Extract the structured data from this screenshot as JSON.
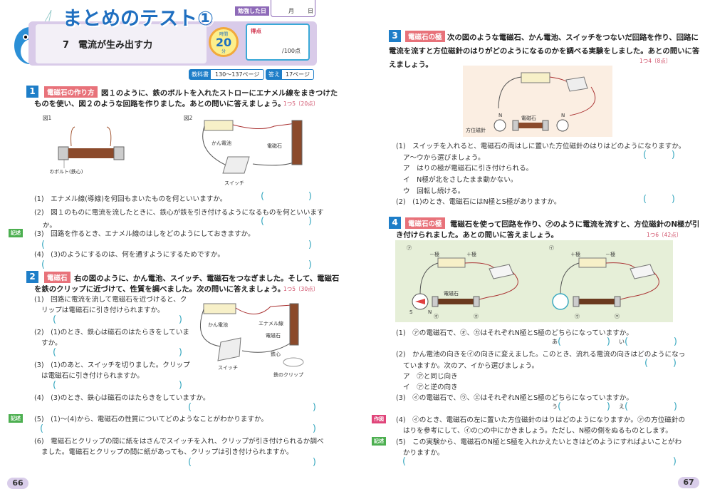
{
  "header": {
    "title": "まとめのテスト①",
    "unit": "7　電流が生み出す力",
    "study_date_label": "勉強した日",
    "month": "月",
    "day": "日",
    "timer_label": "時間",
    "timer_value": "20",
    "timer_unit": "分",
    "score_label": "得点",
    "score_total": "/100点",
    "textbook_label": "教科書",
    "textbook_pages": "130〜137ページ",
    "answer_label": "答え",
    "answer_page": "17ページ"
  },
  "q1": {
    "number": "1",
    "tag": "電磁石の作り方",
    "line1": "図１のように、鉄のボルトを入れたストローにエナメル線をまきつけた",
    "line2": "ものを使い、図２のような回路を作りました。あとの問いに答えましょう。",
    "points": "1つ5〔20点〕",
    "fig1": "図1",
    "fig2": "図2",
    "bolt_label": "鉄のボルト(鉄心)",
    "battery_label": "かん電池",
    "magnet_label": "電磁石",
    "switch_label": "スイッチ",
    "items": [
      "(1)　エナメル線(導線)を何回もまいたものを何といいますか。",
      "(2)　図１のものに電流を流したときに、鉄心が鉄を引き付けるようになるものを何といいます",
      "か。",
      "(3)　回路を作るとき、エナメル線のはしをどのようにしておきますか。",
      "(4)　(3)のようにするのは、何を通すようにするためですか。"
    ],
    "badge_kijutsu": "記述"
  },
  "q2": {
    "number": "2",
    "tag": "電磁石",
    "line1": "右の図のように、かん電池、スイッチ、電磁石をつなぎました。そして、電磁石",
    "line2": "を鉄のクリップに近づけて、性質を調べました。次の問いに答えましょう。",
    "points": "1つ5〔30点〕",
    "battery_label": "かん電池",
    "wire_label": "エナメル線",
    "magnet_label": "電磁石",
    "core_label": "鉄心",
    "switch_label": "スイッチ",
    "clip_label": "鉄のクリップ",
    "items": [
      "(1)　回路に電流を流して電磁石を近づけると、ク",
      "リップは電磁石に引き付けられますか。",
      "(2)　(1)のとき、鉄心は磁石のはたらきをしていま",
      "すか。",
      "(3)　(1)のあと、スイッチを切りました。クリップ",
      "は電磁石に引き付けられますか。",
      "(4)　(3)のとき、鉄心は磁石のはたらきをしていますか。",
      "(5)　(1)〜(4)から、電磁石の性質についてどのようなことがわかりますか。",
      "(6)　電磁石とクリップの間に紙をはさんでスイッチを入れ、クリップが引き付けられるか調べ",
      "ました。電磁石とクリップの間に紙があっても、クリップは引き付けられますか。"
    ],
    "badge_kijutsu": "記述"
  },
  "q3": {
    "number": "3",
    "tag": "電磁石の極",
    "line1": "次の図のような電磁石、かん電池、スイッチをつないだ回路を作り、回路に",
    "line2": "電流を流すと方位磁針のはりがどのようになるのかを調べる実験をしました。あとの問いに答",
    "line3": "えましょう。",
    "points": "1つ4〔8点〕",
    "compass_label": "方位磁針",
    "magnet_label": "電磁石",
    "n": "N",
    "items": [
      "(1)　スイッチを入れると、電磁石の両はしに置いた方位磁針のはりはどのようになりますか。",
      "ア〜ウから選びましょう。",
      "ア　はりの極が電磁石に引き付けられる。",
      "イ　N極が北をさしたまま動かない。",
      "ウ　回転し続ける。",
      "(2)　(1)のとき、電磁石にはN極とS極がありますか。"
    ]
  },
  "q4": {
    "number": "4",
    "tag": "電磁石の極",
    "line1": "電磁石を使って回路を作り、㋐のように電流を流すと、方位磁針のN極が引",
    "line2": "き付けられました。あとの問いに答えましょう。",
    "points": "1つ6〔42点〕",
    "fig_a": "㋐",
    "fig_b": "㋑",
    "minus": "－極",
    "plus": "＋極",
    "magnet_label": "電磁石",
    "s": "S",
    "n": "N",
    "m1": "㋔",
    "m2": "㋕",
    "m3": "㋒",
    "m4": "㋓",
    "items": [
      "(1)　㋐の電磁石で、㋔、㋕はそれぞれN極とS極のどちらになっていますか。",
      "(2)　かん電池の向きを㋑の向きに変えました。このとき、流れる電流の向きはどのようになっ",
      "ていますか。次のア、イから選びましょう。",
      "ア　㋐と同じ向き",
      "イ　㋐と逆の向き",
      "(3)　㋑の電磁石で、㋒、㋓はそれぞれN極とS極のどちらになっていますか。",
      "(4)　㋑のとき、電磁石の左に置いた方位磁針のはりはどのようになりますか。㋐の方位磁針の",
      "はりを参考にして、㋑の○の中にかきましょう。ただし、N極の側をぬるものとします。",
      "(5)　この実験から、電磁石のN極とS極を入れかえたいときはどのようにすればよいことがわ",
      "かりますか。"
    ],
    "ans_labels": [
      "あ",
      "い",
      "う",
      "え"
    ],
    "badge_sakuzu": "作図",
    "badge_kijutsu": "記述"
  },
  "paren_open": "(",
  "paren_close": ")",
  "pages": {
    "left": "66",
    "right": "67"
  },
  "colors": {
    "blue": "#1e7ec8",
    "tag": "#e8727a",
    "purple": "#b9a3d6",
    "paren": "#3aa9c0",
    "green_fig": "#e6efd8",
    "peach_fig": "#fbeee2"
  }
}
